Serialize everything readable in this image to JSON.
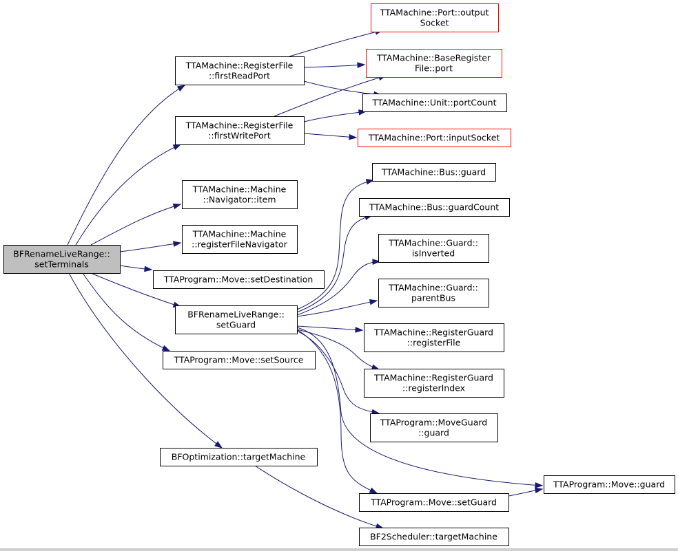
{
  "diagram": {
    "edge_color": "#191970",
    "root_fill": "#bfbfbf",
    "missing_doc_border": "#ff0000",
    "nodes": [
      {
        "id": "root",
        "lines": [
          "BFRenameLiveRange::",
          "setTerminals"
        ],
        "style": "root"
      },
      {
        "id": "firstReadPort",
        "lines": [
          "TTAMachine::RegisterFile",
          "::firstReadPort"
        ],
        "style": "normal"
      },
      {
        "id": "firstWritePort",
        "lines": [
          "TTAMachine::RegisterFile",
          "::firstWritePort"
        ],
        "style": "normal"
      },
      {
        "id": "navItem",
        "lines": [
          "TTAMachine::Machine",
          "::Navigator::item"
        ],
        "style": "normal"
      },
      {
        "id": "rfNavigator",
        "lines": [
          "TTAMachine::Machine",
          "::registerFileNavigator"
        ],
        "style": "normal"
      },
      {
        "id": "setDestination",
        "lines": [
          "TTAProgram::Move::setDestination"
        ],
        "style": "normal"
      },
      {
        "id": "setGuard",
        "lines": [
          "BFRenameLiveRange::",
          "setGuard"
        ],
        "style": "normal"
      },
      {
        "id": "setSource",
        "lines": [
          "TTAProgram::Move::setSource"
        ],
        "style": "normal"
      },
      {
        "id": "targetMachine",
        "lines": [
          "BFOptimization::targetMachine"
        ],
        "style": "normal"
      },
      {
        "id": "outputSocket",
        "lines": [
          "TTAMachine::Port::output",
          "Socket"
        ],
        "style": "red"
      },
      {
        "id": "brfPort",
        "lines": [
          "TTAMachine::BaseRegister",
          "File::port"
        ],
        "style": "red"
      },
      {
        "id": "portCount",
        "lines": [
          "TTAMachine::Unit::portCount"
        ],
        "style": "normal"
      },
      {
        "id": "inputSocket",
        "lines": [
          "TTAMachine::Port::inputSocket"
        ],
        "style": "red"
      },
      {
        "id": "busGuard",
        "lines": [
          "TTAMachine::Bus::guard"
        ],
        "style": "normal"
      },
      {
        "id": "busGuardCount",
        "lines": [
          "TTAMachine::Bus::guardCount"
        ],
        "style": "normal"
      },
      {
        "id": "isInverted",
        "lines": [
          "TTAMachine::Guard::",
          "isInverted"
        ],
        "style": "normal"
      },
      {
        "id": "parentBus",
        "lines": [
          "TTAMachine::Guard::",
          "parentBus"
        ],
        "style": "normal"
      },
      {
        "id": "rgRegisterFile",
        "lines": [
          "TTAMachine::RegisterGuard",
          "::registerFile"
        ],
        "style": "normal"
      },
      {
        "id": "rgRegisterIndex",
        "lines": [
          "TTAMachine::RegisterGuard",
          "::registerIndex"
        ],
        "style": "normal"
      },
      {
        "id": "moveGuardGuard",
        "lines": [
          "TTAProgram::MoveGuard",
          "::guard"
        ],
        "style": "normal"
      },
      {
        "id": "moveGuard",
        "lines": [
          "TTAProgram::Move::guard"
        ],
        "style": "normal"
      },
      {
        "id": "moveSetGuard",
        "lines": [
          "TTAProgram::Move::setGuard"
        ],
        "style": "normal"
      },
      {
        "id": "bf2TargetMachine",
        "lines": [
          "BF2Scheduler::targetMachine"
        ],
        "style": "normal"
      }
    ],
    "edges": [
      [
        "root",
        "firstReadPort"
      ],
      [
        "root",
        "firstWritePort"
      ],
      [
        "root",
        "navItem"
      ],
      [
        "root",
        "rfNavigator"
      ],
      [
        "root",
        "setDestination"
      ],
      [
        "root",
        "setGuard"
      ],
      [
        "root",
        "setSource"
      ],
      [
        "root",
        "targetMachine"
      ],
      [
        "firstReadPort",
        "outputSocket"
      ],
      [
        "firstReadPort",
        "brfPort"
      ],
      [
        "firstReadPort",
        "portCount"
      ],
      [
        "firstWritePort",
        "brfPort"
      ],
      [
        "firstWritePort",
        "portCount"
      ],
      [
        "firstWritePort",
        "inputSocket"
      ],
      [
        "setGuard",
        "busGuard"
      ],
      [
        "setGuard",
        "busGuardCount"
      ],
      [
        "setGuard",
        "isInverted"
      ],
      [
        "setGuard",
        "parentBus"
      ],
      [
        "setGuard",
        "rgRegisterFile"
      ],
      [
        "setGuard",
        "rgRegisterIndex"
      ],
      [
        "setGuard",
        "moveGuardGuard"
      ],
      [
        "setGuard",
        "moveGuard"
      ],
      [
        "setGuard",
        "moveSetGuard"
      ],
      [
        "moveSetGuard",
        "moveGuard"
      ],
      [
        "targetMachine",
        "bf2TargetMachine"
      ]
    ]
  }
}
